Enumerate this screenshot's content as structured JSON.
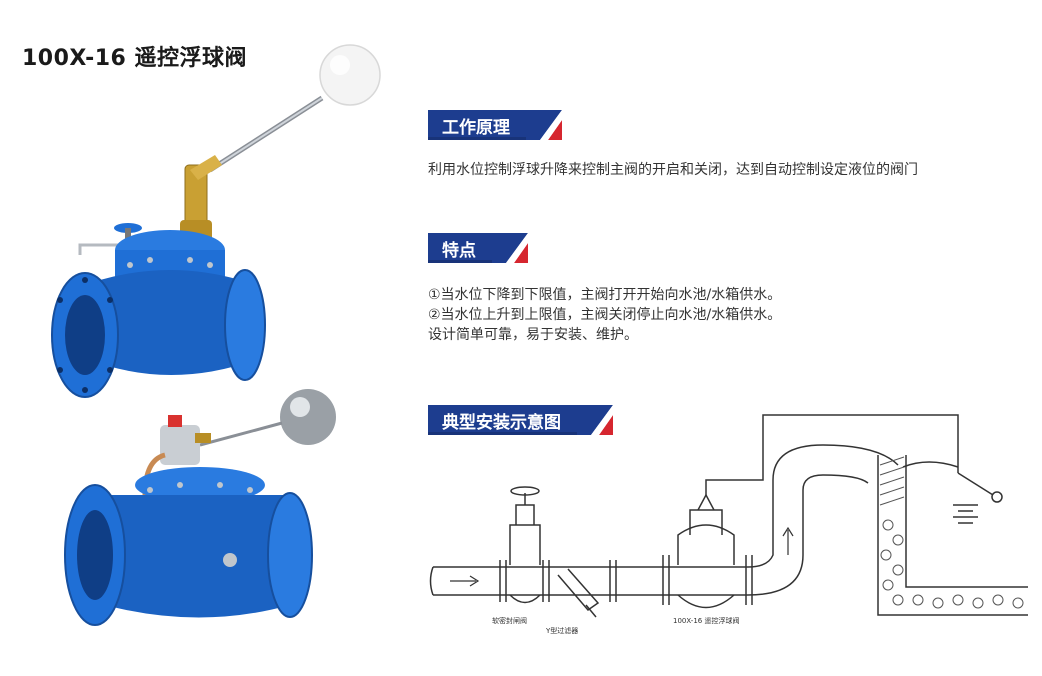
{
  "page_title": "100X-16 遥控浮球阀",
  "sections": {
    "principle": {
      "heading": "工作原理",
      "text": "利用水位控制浮球升降来控制主阀的开启和关闭，达到自动控制设定液位的阀门"
    },
    "features": {
      "heading": "特点",
      "lines": [
        "①当水位下降到下限值，主阀打开开始向水池/水箱供水。",
        "②当水位上升到上限值，主阀关闭停止向水池/水箱供水。",
        "设计简单可靠，易于安装、维护。"
      ]
    },
    "diagram": {
      "heading": "典型安装示意图",
      "labels": {
        "gate_valve": "软密封闸阀",
        "y_strainer": "Y型过滤器",
        "main_valve": "100X-16 遥控浮球阀"
      }
    }
  },
  "colors": {
    "badge_blue": "#1d3d8f",
    "badge_red": "#d6262f",
    "valve_blue": "#1f6fd6"
  }
}
